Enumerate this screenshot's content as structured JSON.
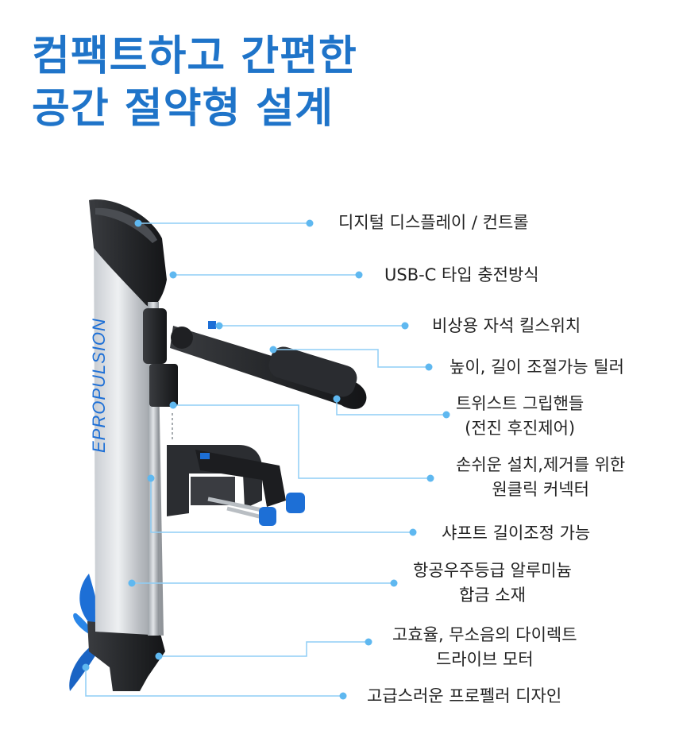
{
  "headline": {
    "line1": "컴팩트하고 간편한",
    "line2": "공간 절약형 설계"
  },
  "brand_text": "EPROPULSION",
  "features": [
    {
      "line1": "디지털 디스플레이 / 컨트롤"
    },
    {
      "line1": "USB-C 타입 충전방식"
    },
    {
      "line1": "비상용 자석 킬스위치"
    },
    {
      "line1": "높이, 길이 조절가능 틸러"
    },
    {
      "line1": "트위스트 그립핸들",
      "line2": "(전진 후진제어)"
    },
    {
      "line1": "손쉬운 설치,제거를 위한",
      "line2": "원클릭 커넥터"
    },
    {
      "line1": "샤프트 길이조정 가능"
    },
    {
      "line1": "항공우주등급 알루미늄",
      "line2": "합금 소재"
    },
    {
      "line1": "고효율, 무소음의 다이렉트",
      "line2": "드라이브 모터"
    },
    {
      "line1": "고급스러운 프로펠러 디자인"
    }
  ],
  "colors": {
    "title": "#1f74c9",
    "callout_line": "#8fcdf5",
    "callout_dot": "#5fb8f0",
    "accent_blue": "#1d6fd6"
  }
}
